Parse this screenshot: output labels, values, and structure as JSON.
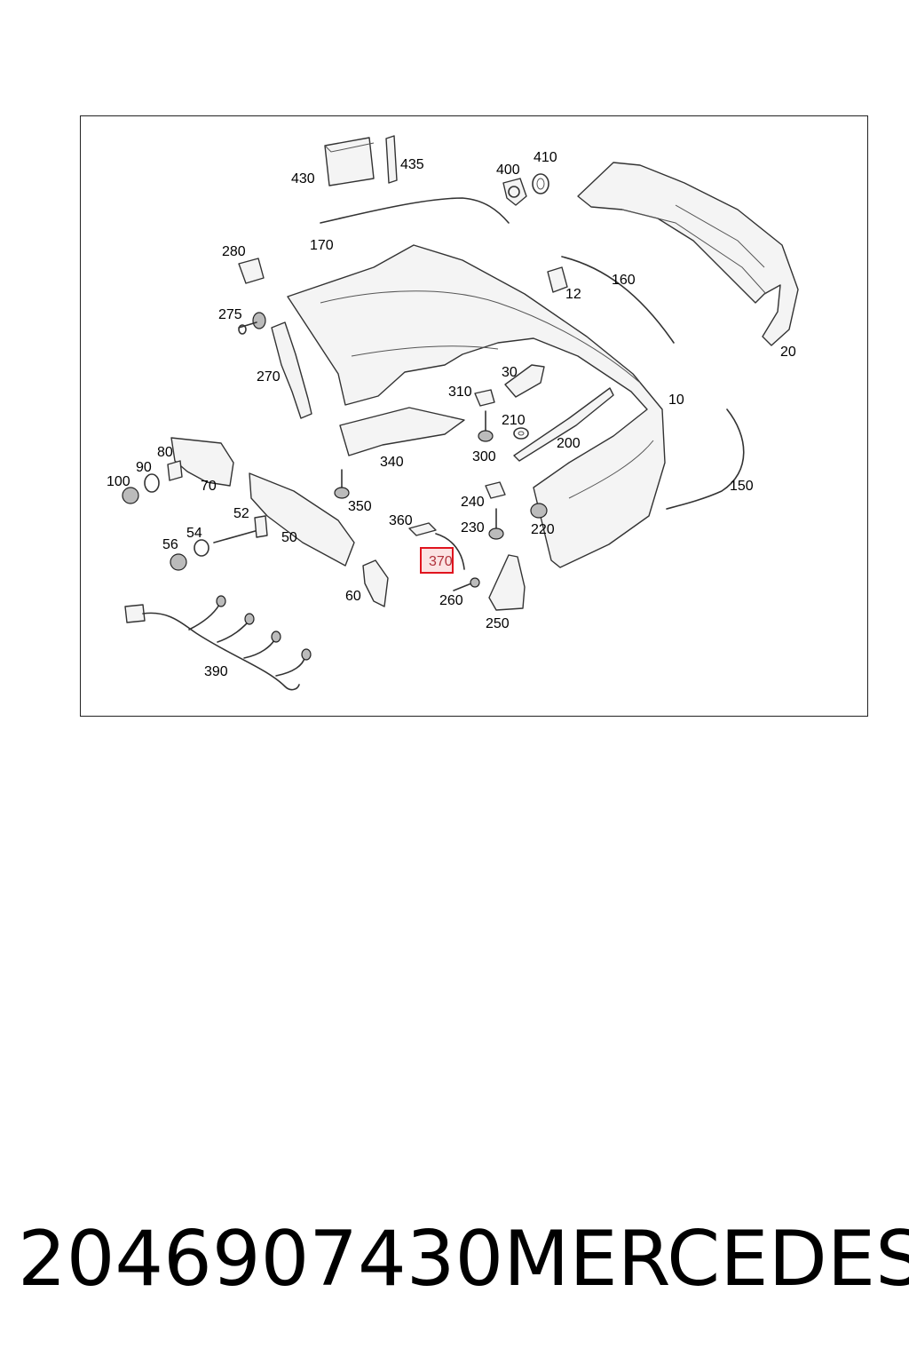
{
  "diagram": {
    "highlighted_label": "370",
    "labels": [
      "430",
      "435",
      "400",
      "410",
      "170",
      "280",
      "275",
      "270",
      "12",
      "160",
      "20",
      "30",
      "310",
      "10",
      "210",
      "200",
      "300",
      "340",
      "80",
      "90",
      "70",
      "100",
      "350",
      "150",
      "240",
      "360",
      "230",
      "220",
      "52",
      "50",
      "54",
      "56",
      "370",
      "260",
      "60",
      "250",
      "390"
    ]
  },
  "caption": {
    "part_number": "2046907430",
    "brand": "MERCEDES"
  }
}
